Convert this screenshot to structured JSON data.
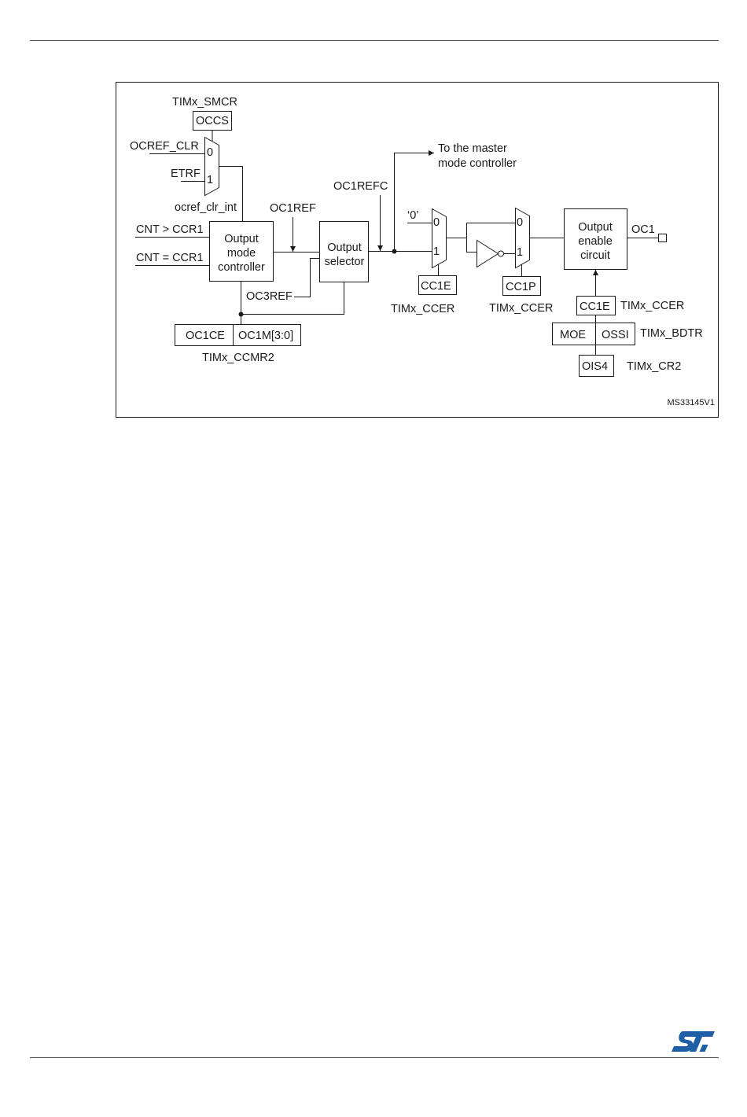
{
  "figure_id": "MS33145V1",
  "registers": {
    "smcr": "TIMx_SMCR",
    "ccmr": "TIMx_CCMR2",
    "ccer_a": "TIMx_CCER",
    "ccer_b": "TIMx_CCER",
    "ccer_c": "TIMx_CCER",
    "bdtr": "TIMx_BDTR",
    "cr2": "TIMx_CR2"
  },
  "bits": {
    "occs": "OCCS",
    "oc1ce": "OC1CE",
    "oc1m": "OC1M[3:0]",
    "cc1e_a": "CC1E",
    "cc1p": "CC1P",
    "cc1e_b": "CC1E",
    "moe": "MOE",
    "ossi": "OSSI",
    "ois4": "OIS4"
  },
  "signals": {
    "ocref_clr": "OCREF_CLR",
    "etrf": "ETRF",
    "ocref_clr_int": "ocref_clr_int",
    "cnt_gt": "CNT > CCR1",
    "cnt_eq": "CNT = CCR1",
    "oc1ref": "OC1REF",
    "oc3ref": "OC3REF",
    "oc1refc": "OC1REFC",
    "zero": "‘0’",
    "oc1": "OC1"
  },
  "mux_inputs": {
    "in0": "0",
    "in1": "1"
  },
  "blocks": {
    "mode_ctrl": [
      "Output",
      "mode",
      "controller"
    ],
    "selector": [
      "Output",
      "selector"
    ],
    "enable": [
      "Output",
      "enable",
      "circuit"
    ]
  },
  "master": [
    "To the master",
    "mode controller"
  ],
  "logo_name": "st-logo",
  "colors": {
    "logo": "#1e5fa6",
    "line": "#1a1a1a"
  }
}
